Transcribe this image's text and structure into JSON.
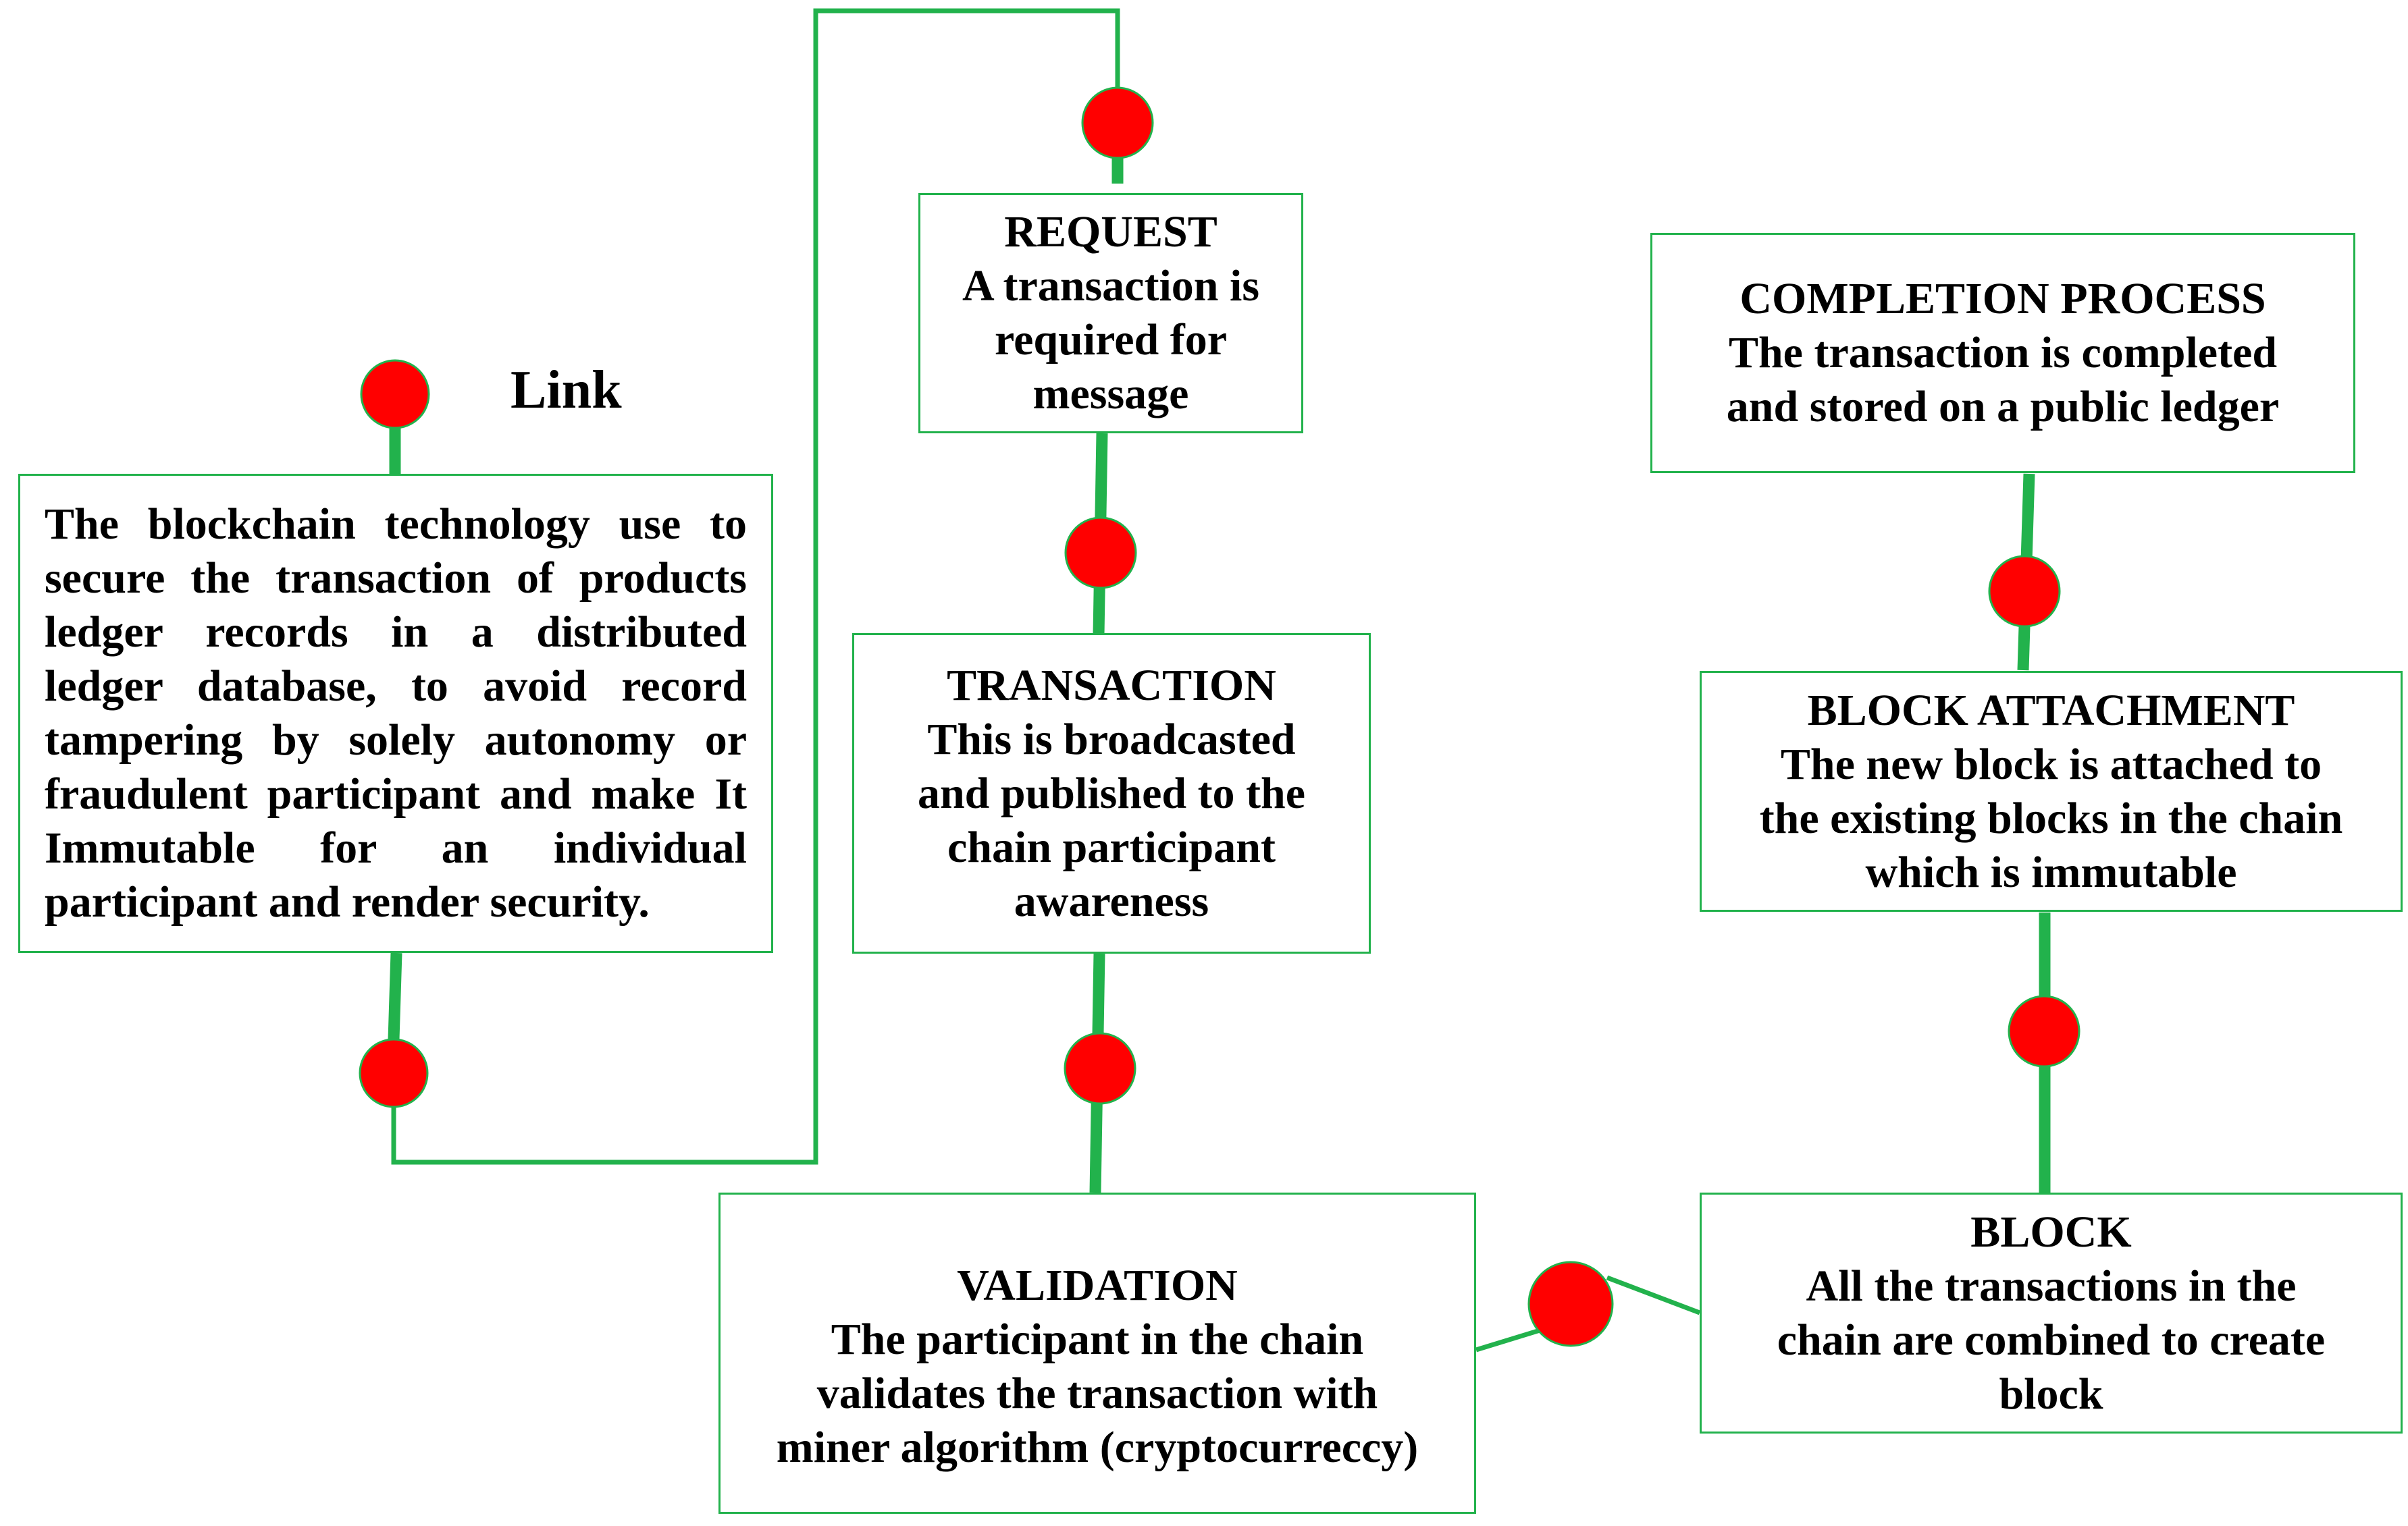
{
  "link_label": "Link",
  "intro": {
    "text": "The blockchain technology use to secure the transaction of products ledger records in a distributed ledger database, to avoid record tampering by solely autonomy or fraudulent participant and make It Immutable for an individual participant and render security."
  },
  "steps": {
    "request": {
      "title": "REQUEST",
      "lines": [
        "A transaction is",
        "required for",
        "message"
      ]
    },
    "transaction": {
      "title": "TRANSACTION",
      "lines": [
        "This is broadcasted",
        "and published to the",
        "chain participant",
        "awareness"
      ]
    },
    "validation": {
      "title": "VALIDATION",
      "lines": [
        "The participant in the chain",
        "validates the transaction with",
        "miner algorithm (cryptocurreccy)"
      ]
    },
    "block": {
      "title": "BLOCK",
      "lines": [
        "All the transactions in the",
        "chain are combined to create",
        "block"
      ]
    },
    "attachment": {
      "title": "BLOCK ATTACHMENT",
      "lines": [
        "The new block is attached to",
        "the existing blocks in the chain",
        "which is immutable"
      ]
    },
    "completion": {
      "title": "COMPLETION PROCESS",
      "lines": [
        "The transaction is completed",
        "and stored on a public ledger"
      ]
    }
  },
  "colors": {
    "connector": "#22b24c",
    "node": "#ff0000",
    "border": "#22b24c",
    "text": "#000000"
  }
}
